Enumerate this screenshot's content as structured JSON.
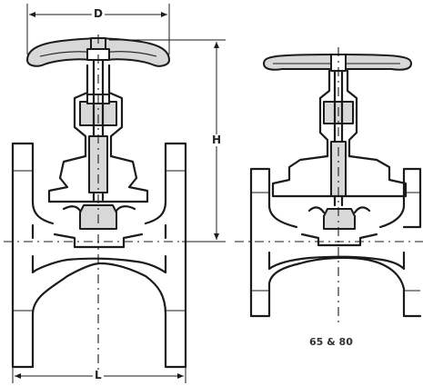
{
  "dimensions": {
    "width_label": "D",
    "height_label": "H",
    "length_label": "L"
  },
  "caption": "65 & 80"
}
